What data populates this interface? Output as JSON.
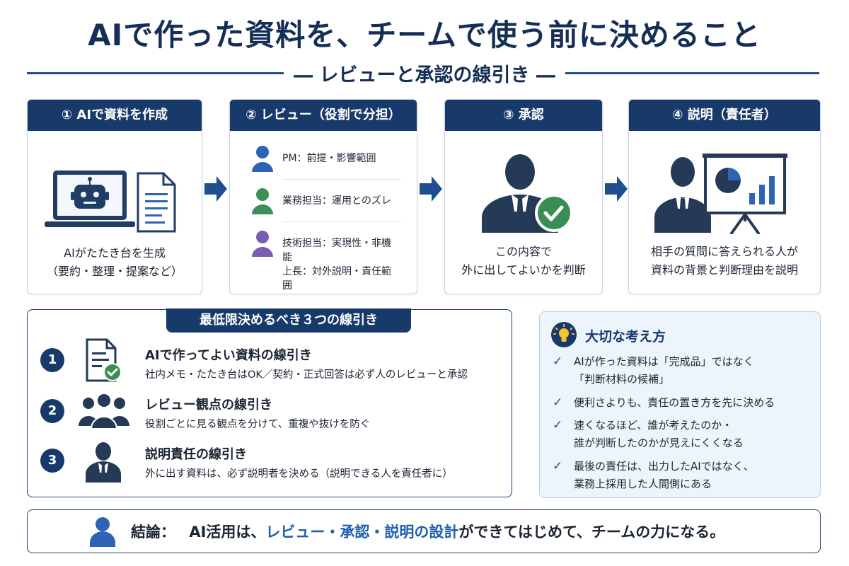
{
  "title": "AIで作った資料を、チームで使う前に決めること",
  "subtitle": "― レビューと承認の線引き ―",
  "steps": [
    {
      "header": "① AIで資料を作成",
      "lines": [
        "AIがたたき台を生成",
        "（要約・整理・提案など）"
      ]
    },
    {
      "header": "② レビュー（役割で分担）"
    },
    {
      "header": "③ 承認",
      "lines": [
        "この内容で",
        "外に出してよいかを判断"
      ]
    },
    {
      "header": "④ 説明（責任者）",
      "lines": [
        "相手の質問に答えられる人が",
        "資料の背景と判断理由を説明"
      ]
    }
  ],
  "review_roles": [
    {
      "label": "PM：前提・影響範囲",
      "icon": "person-blue-icon",
      "color": "#2f63b6"
    },
    {
      "label": "業務担当：運用とのズレ",
      "icon": "person-green-icon",
      "color": "#3d8f5b"
    },
    {
      "label": "技術担当：実現性・非機能",
      "icon": "person-purple-icon",
      "color": "#7b5cb5"
    },
    {
      "label": "上長：対外説明・責任範囲"
    }
  ],
  "lines_panel": {
    "header": "最低限決めるべき３つの線引き",
    "items": [
      {
        "num": "1",
        "title": "AIで作ってよい資料の線引き",
        "desc": "社内メモ・たたき台はOK／契約・正式回答は必ず人のレビューと承認",
        "icon": "document-check-icon"
      },
      {
        "num": "2",
        "title": "レビュー観点の線引き",
        "desc": "役割ごとに見る観点を分けて、重複や抜けを防ぐ",
        "icon": "team-icon"
      },
      {
        "num": "3",
        "title": "説明責任の線引き",
        "desc": "外に出す資料は、必ず説明者を決める（説明できる人を責任者に）",
        "icon": "person-tie-icon"
      }
    ]
  },
  "mindset": {
    "title": "大切な考え方",
    "icon": "lightbulb-icon",
    "points": [
      [
        "AIが作った資料は「完成品」ではなく",
        "「判断材料の候補」"
      ],
      [
        "便利さよりも、責任の置き方を先に決める"
      ],
      [
        "速くなるほど、誰が考えたのか・",
        "誰が判断したのかが見えにくくなる"
      ],
      [
        "最後の責任は、出力したAIではなく、",
        "業務上採用した人間側にある"
      ]
    ]
  },
  "conclusion": {
    "label": "結論：",
    "pre": "AI活用は、",
    "highlight": "レビュー・承認・説明の設計",
    "post": "ができてはじめて、チームの力になる。"
  },
  "colors": {
    "navy": "#173a6a",
    "accent": "#1f5fae",
    "check_green": "#3a8e53"
  }
}
